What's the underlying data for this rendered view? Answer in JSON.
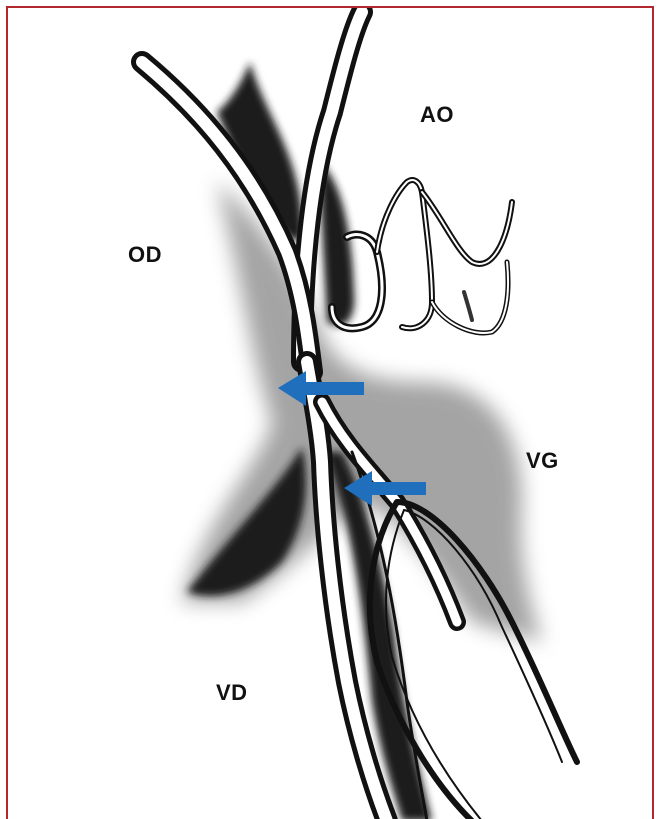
{
  "labels": {
    "ao": "AO",
    "od": "OD",
    "vg": "VG",
    "vd": "VD"
  },
  "colors": {
    "border": "#b3282f",
    "arrow": "#1f6fbd",
    "ink": "#111111"
  }
}
